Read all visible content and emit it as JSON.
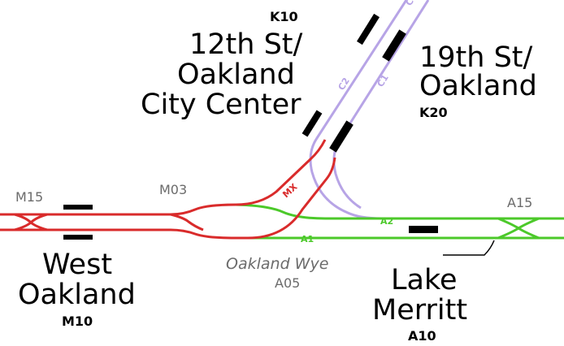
{
  "colors": {
    "mx": "#d92b2b",
    "a": "#4cc92a",
    "c": "#b7a4e6",
    "platform": "#000000",
    "muted_text": "#6b6b6b"
  },
  "stations": {
    "twelfth": {
      "code": "K10",
      "name_lines": [
        "12th St/",
        "Oakland",
        "City Center"
      ]
    },
    "nineteenth": {
      "code": "K20",
      "name_lines": [
        "19th St/",
        "Oakland"
      ]
    },
    "west_oakland": {
      "code": "M10",
      "name_lines": [
        "West",
        "Oakland"
      ]
    },
    "lake_merritt": {
      "code": "A10",
      "name_lines": [
        "Lake",
        "Merritt"
      ]
    }
  },
  "junction": {
    "name": "Oakland Wye",
    "code": "A05"
  },
  "markers": {
    "m15": "M15",
    "m03": "M03",
    "a15": "A15"
  },
  "track_labels": {
    "mx": "MX",
    "a1": "A1",
    "a2": "A2",
    "c1": "C1",
    "c2": "C2",
    "c_top": "C"
  }
}
